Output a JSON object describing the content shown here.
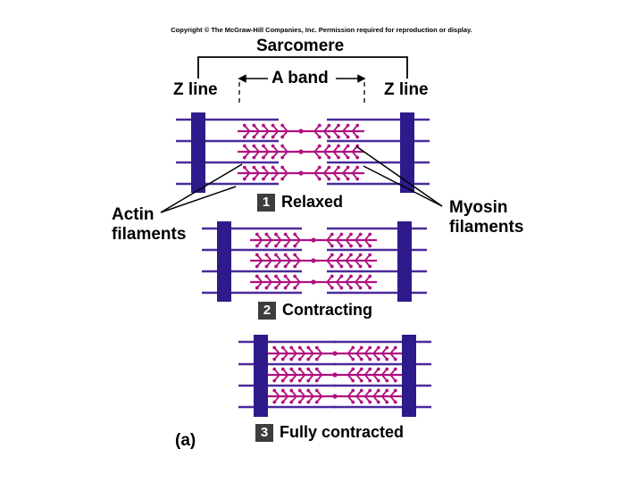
{
  "copyright": "Copyright © The McGraw-Hill Companies, Inc. Permission required for reproduction or display.",
  "labels": {
    "sarcomere": "Sarcomere",
    "a_band": "A band",
    "z_line_left": "Z line",
    "z_line_right": "Z line",
    "actin_line1": "Actin",
    "actin_line2": "filaments",
    "myosin_line1": "Myosin",
    "myosin_line2": "filaments",
    "panel": "(a)"
  },
  "stages": [
    {
      "num": "1",
      "label": "Relaxed"
    },
    {
      "num": "2",
      "label": "Contracting"
    },
    {
      "num": "3",
      "label": "Fully contracted"
    }
  ],
  "colors": {
    "zline": "#2e1a8a",
    "actin": "#4a2a9c",
    "myosin": "#b0117f",
    "number_box": "#3d3d3d"
  }
}
